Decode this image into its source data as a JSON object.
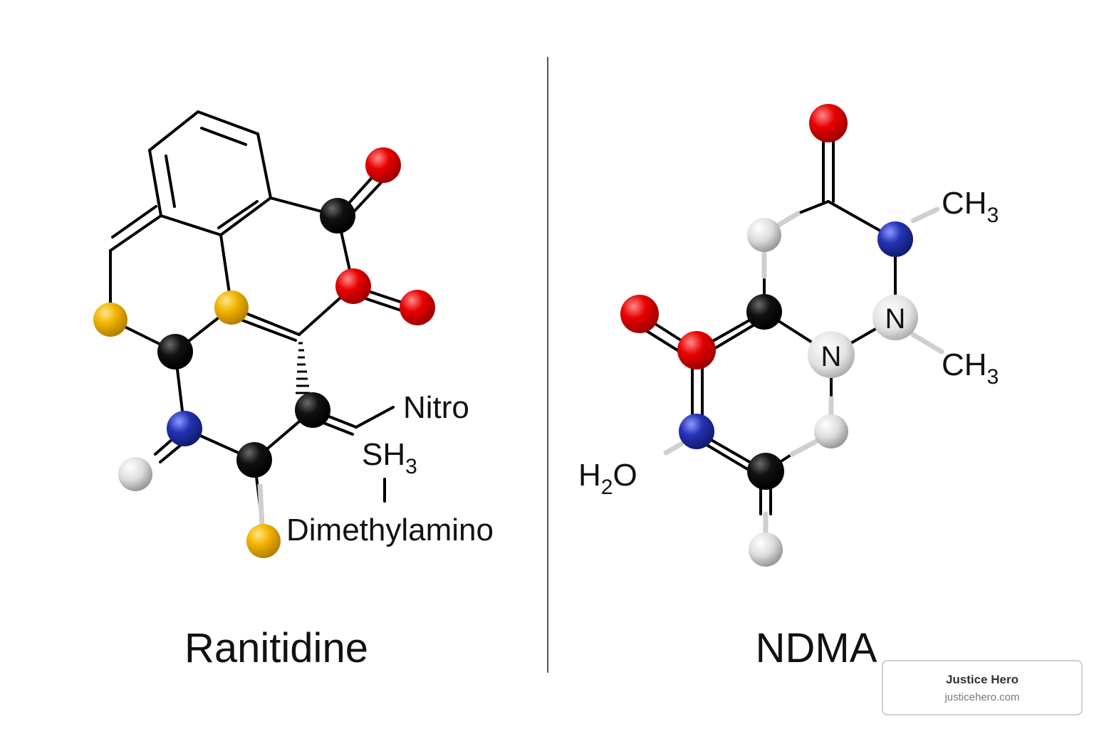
{
  "ranitidine": {
    "title": "Ranitidine",
    "label_nitro": "Nitro",
    "label_sh3_main": "SH",
    "label_sh3_sub": "3",
    "label_dimethylamino": "Dimethylamino"
  },
  "ndma": {
    "title": "NDMA",
    "label_ch3_top_main": "CH",
    "label_ch3_top_sub": "3",
    "label_ch3_bottom_main": "CH",
    "label_ch3_bottom_sub": "3",
    "label_h2o_h": "H",
    "label_h2o_sub": "2",
    "label_h2o_o": "O",
    "atom_n1": "N",
    "atom_n2": "N"
  },
  "brand": {
    "name": "Justice Hero",
    "url": "justicehero.com"
  },
  "colors": {
    "carbon": "#000000",
    "oxygen": "#e00000",
    "nitrogen": "#1f2fa8",
    "sulfur": "#f0b400",
    "hydrogen": "#d9d9d9",
    "divider": "#555555"
  }
}
